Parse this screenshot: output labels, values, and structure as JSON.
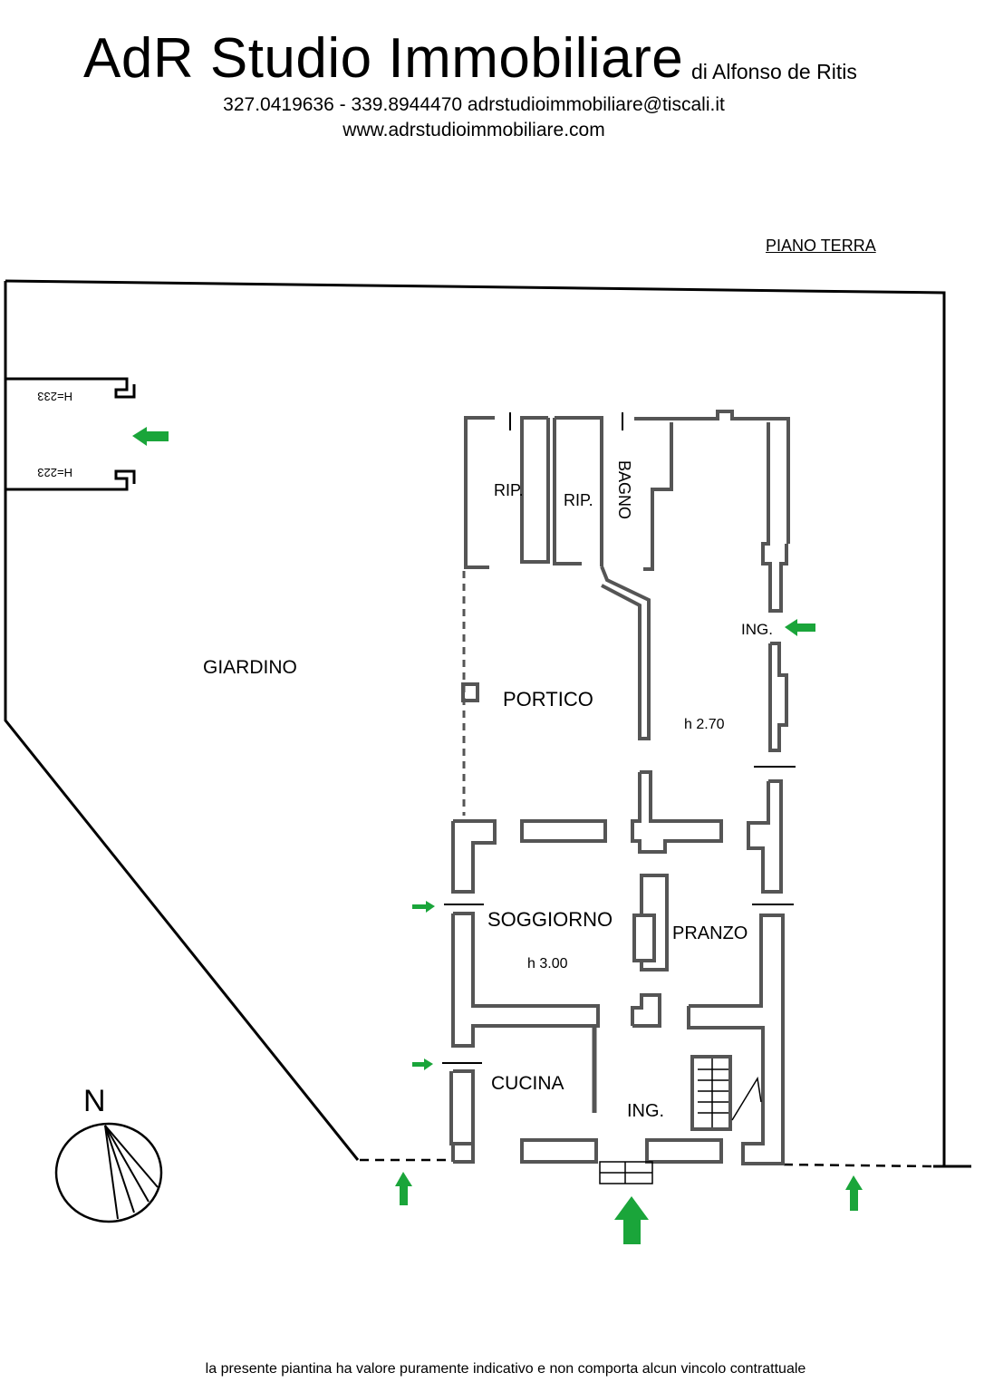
{
  "header": {
    "title": "AdR Studio Immobiliare",
    "subtitle": "di Alfonso de Ritis",
    "contacts": "327.0419636 - 339.8944470 adrstudioimmobiliare@tiscali.it",
    "website": "www.adrstudioimmobiliare.com"
  },
  "plan": {
    "floor_name": "PIANO TERRA",
    "compass_label": "N",
    "garage_heights": [
      "H=233",
      "H=223"
    ],
    "rooms": {
      "rip1": "RIP.",
      "rip2": "RIP.",
      "bagno": "BAGNO",
      "ing_right": "ING.",
      "portico": "PORTICO",
      "height_upper": "h 2.70",
      "giardino": "GIARDINO",
      "soggiorno": "SOGGIORNO",
      "pranzo": "PRANZO",
      "height_lower": "h 3.00",
      "cucina": "CUCINA",
      "ing_main": "ING."
    },
    "colors": {
      "arrow": "#1aa53a",
      "wall": "#555555",
      "line": "#000000"
    }
  },
  "footer": {
    "disclaimer": "la presente piantina ha valore puramente indicativo e non comporta alcun vincolo contrattuale"
  }
}
